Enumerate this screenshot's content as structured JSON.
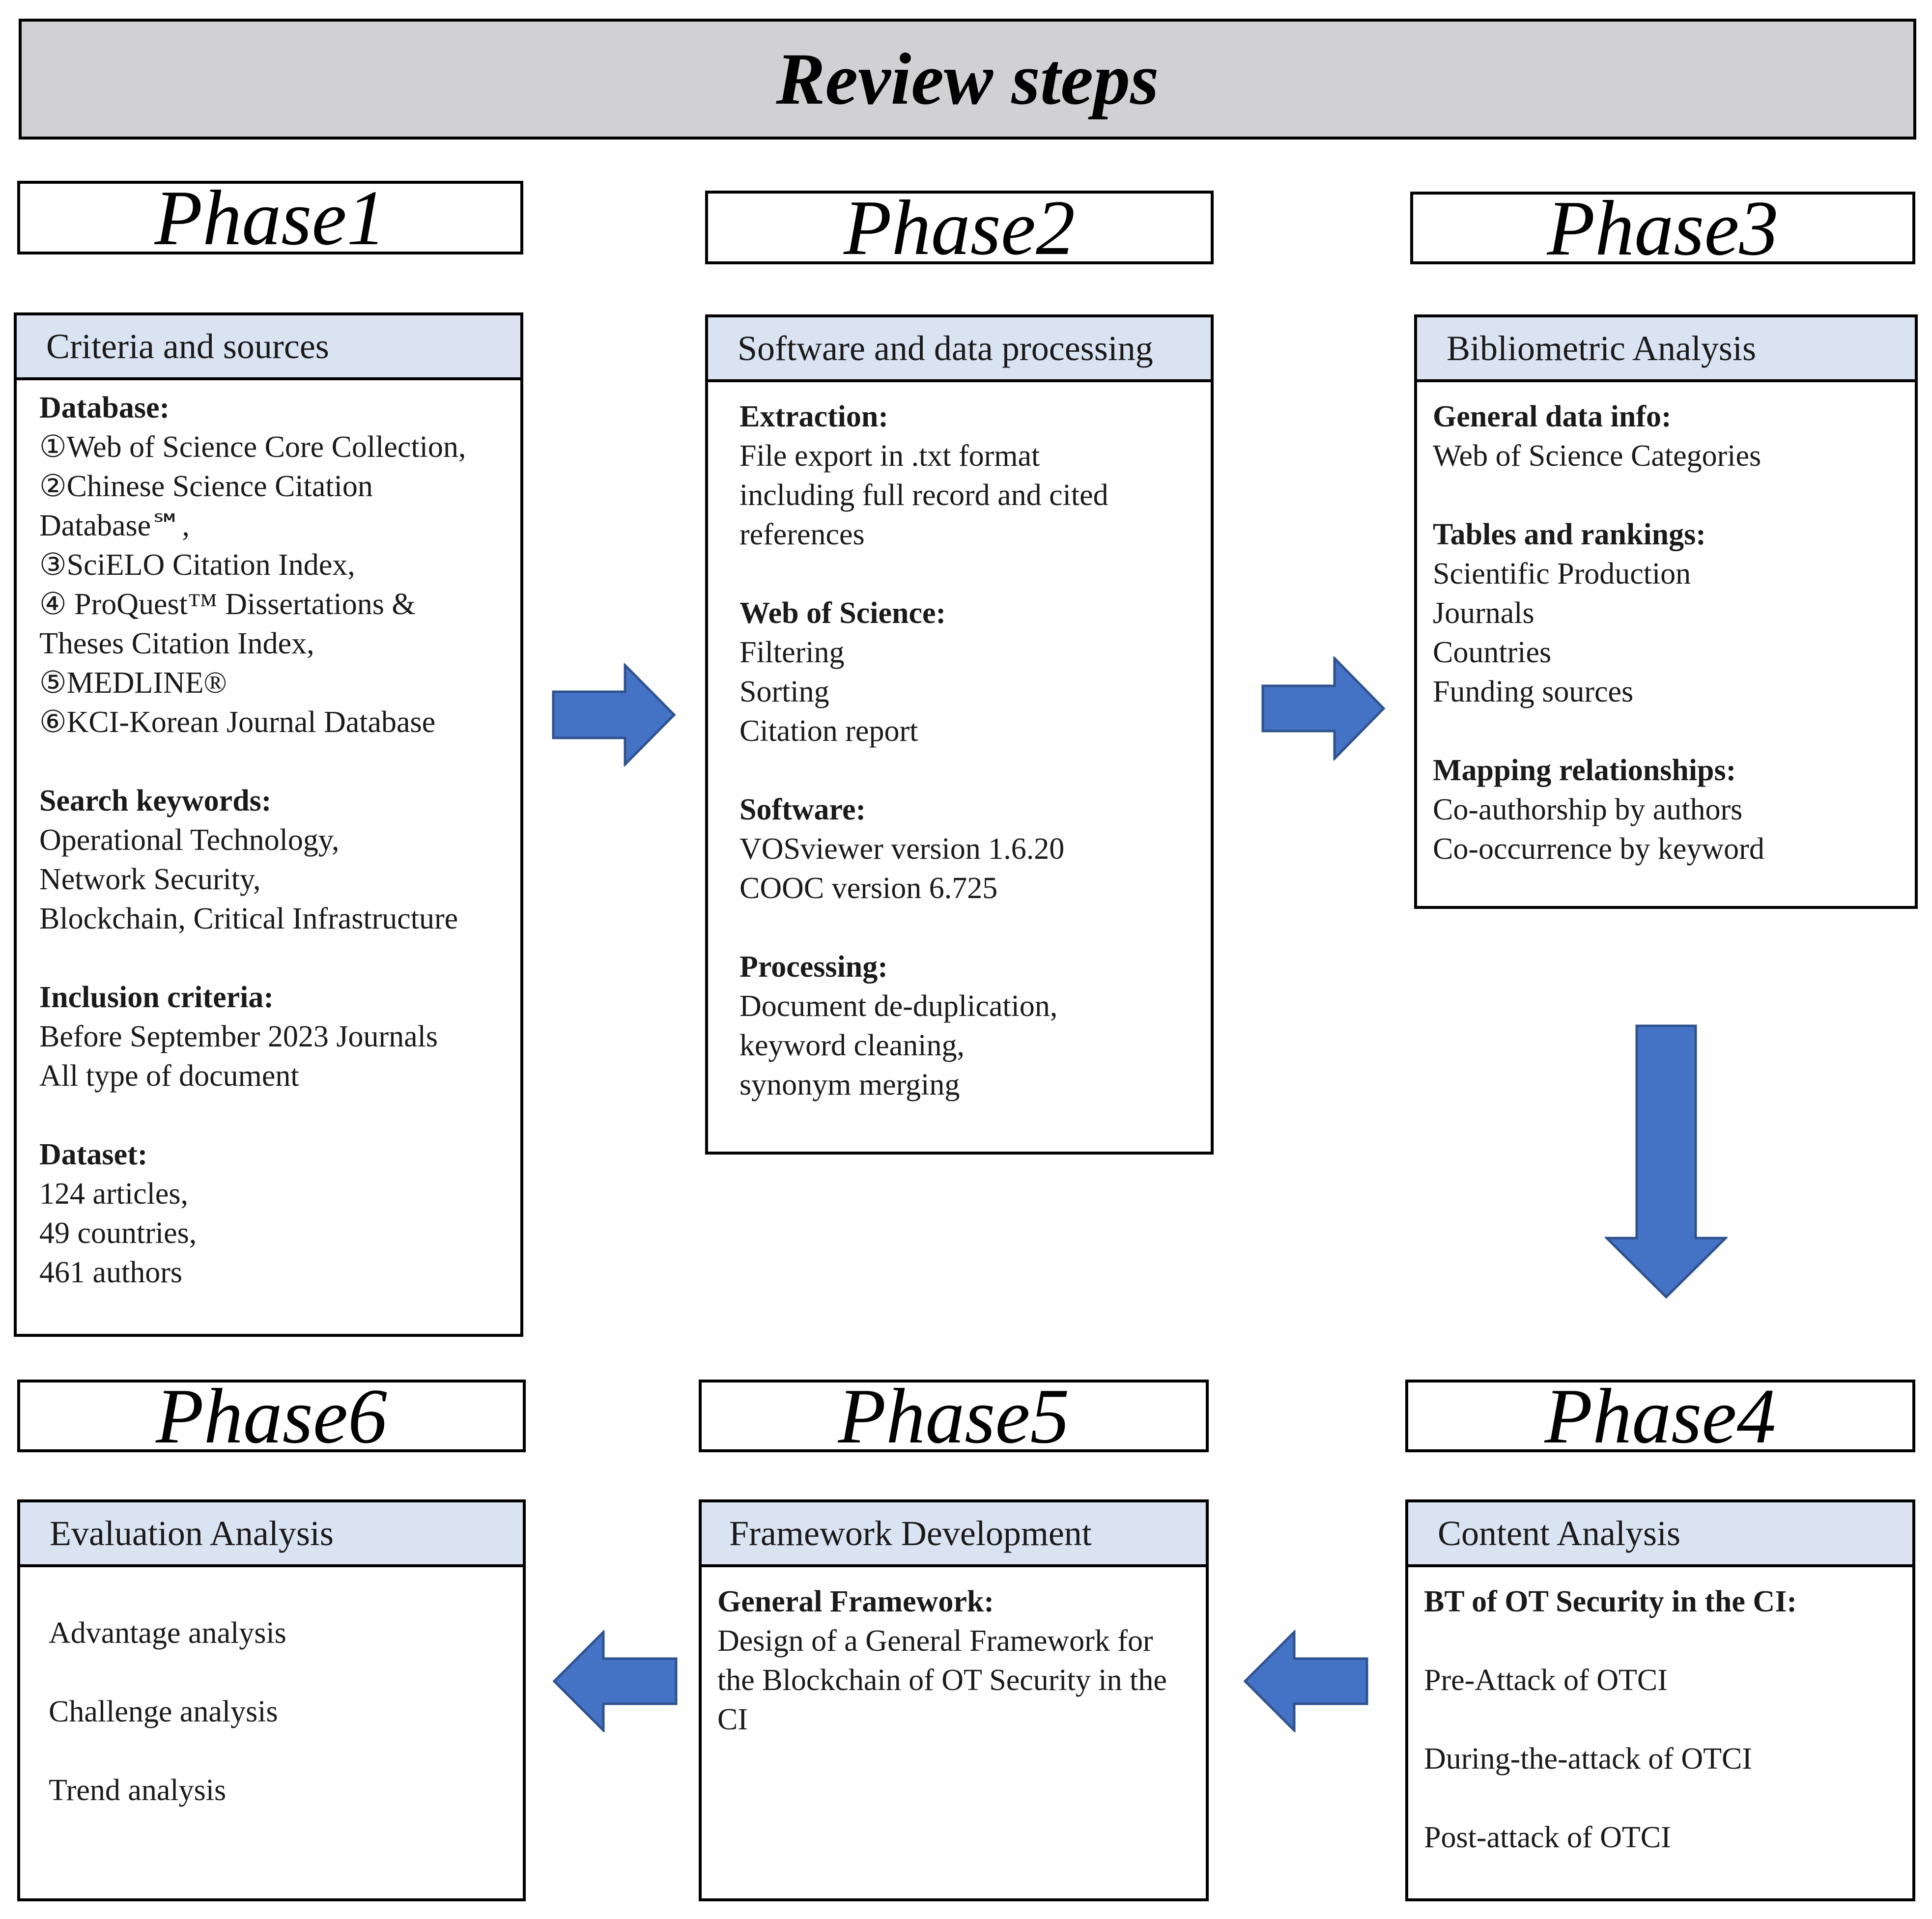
{
  "title": "Review steps",
  "colors": {
    "header_bg": "#dae3f2",
    "title_bg": "#d1d0d2",
    "arrow_fill": "#4472c4",
    "arrow_stroke": "#2f528f"
  },
  "phases": {
    "p1": {
      "label": "Phase1",
      "heading": "Criteria  and sources",
      "sections": [
        {
          "title": "Database:",
          "lines": [
            "①Web of Science Core Collection,",
            "②Chinese Science Citation",
            "Database℠,",
            "③SciELO Citation Index,",
            "④ ProQuest™ Dissertations &",
            "Theses Citation Index,",
            "⑤MEDLINE®",
            "⑥KCI-Korean Journal Database"
          ]
        },
        {
          "title": "Search keywords:",
          "lines": [
            "Operational Technology,",
            "Network Security,",
            "Blockchain, Critical Infrastructure"
          ]
        },
        {
          "title": "Inclusion criteria:",
          "lines": [
            "Before September 2023 Journals",
            "All type of document"
          ]
        },
        {
          "title": "Dataset:",
          "lines": [
            "124 articles,",
            "49 countries,",
            "461 authors"
          ]
        }
      ]
    },
    "p2": {
      "label": "Phase2",
      "heading": "Software and data processing",
      "sections": [
        {
          "title": "Extraction:",
          "lines": [
            "File export in .txt format",
            "including full record and cited",
            "references"
          ]
        },
        {
          "title": "Web of Science:",
          "lines": [
            "Filtering",
            "Sorting",
            "Citation report"
          ]
        },
        {
          "title": "Software:",
          "lines": [
            "VOSviewer  version 1.6.20",
            "COOC version 6.725"
          ]
        },
        {
          "title": "Processing:",
          "lines": [
            "Document de-duplication,",
            "keyword cleaning,",
            "synonym merging"
          ]
        }
      ]
    },
    "p3": {
      "label": "Phase3",
      "heading": "Bibliometric Analysis",
      "sections": [
        {
          "title": "General data info:",
          "lines": [
            "Web of Science Categories"
          ]
        },
        {
          "title": "Tables and rankings:",
          "lines": [
            "Scientific Production",
            "Journals",
            "Countries",
            "Funding  sources"
          ]
        },
        {
          "title": "Mapping relationships:",
          "lines": [
            "Co-authorship by authors",
            "Co-occurrence by keyword"
          ]
        }
      ]
    },
    "p4": {
      "label": "Phase4",
      "heading": "Content Analysis",
      "sections": [
        {
          "title": "BT of OT Security in the CI:",
          "lines": []
        },
        {
          "title": "",
          "lines": [
            "Pre-Attack of OTCI"
          ]
        },
        {
          "title": "",
          "lines": [
            "During-the-attack of OTCI"
          ]
        },
        {
          "title": "",
          "lines": [
            "Post-attack of OTCI"
          ]
        }
      ]
    },
    "p5": {
      "label": "Phase5",
      "heading": "Framework Development",
      "sections": [
        {
          "title": "General Framework:",
          "wrap": "Design of a  General Framework for the Blockchain of OT  Security in the CI"
        }
      ]
    },
    "p6": {
      "label": "Phase6",
      "heading": "Evaluation Analysis",
      "sections": [
        {
          "title": "",
          "lines": [
            "Advantage  analysis"
          ]
        },
        {
          "title": "",
          "lines": [
            "Challenge analysis"
          ]
        },
        {
          "title": "",
          "lines": [
            "Trend analysis"
          ]
        }
      ]
    }
  },
  "arrows": [
    {
      "id": "arrow-p1-p2",
      "direction": "right"
    },
    {
      "id": "arrow-p2-p3",
      "direction": "right"
    },
    {
      "id": "arrow-p3-p4",
      "direction": "down"
    },
    {
      "id": "arrow-p4-p5",
      "direction": "left"
    },
    {
      "id": "arrow-p5-p6",
      "direction": "left"
    }
  ]
}
